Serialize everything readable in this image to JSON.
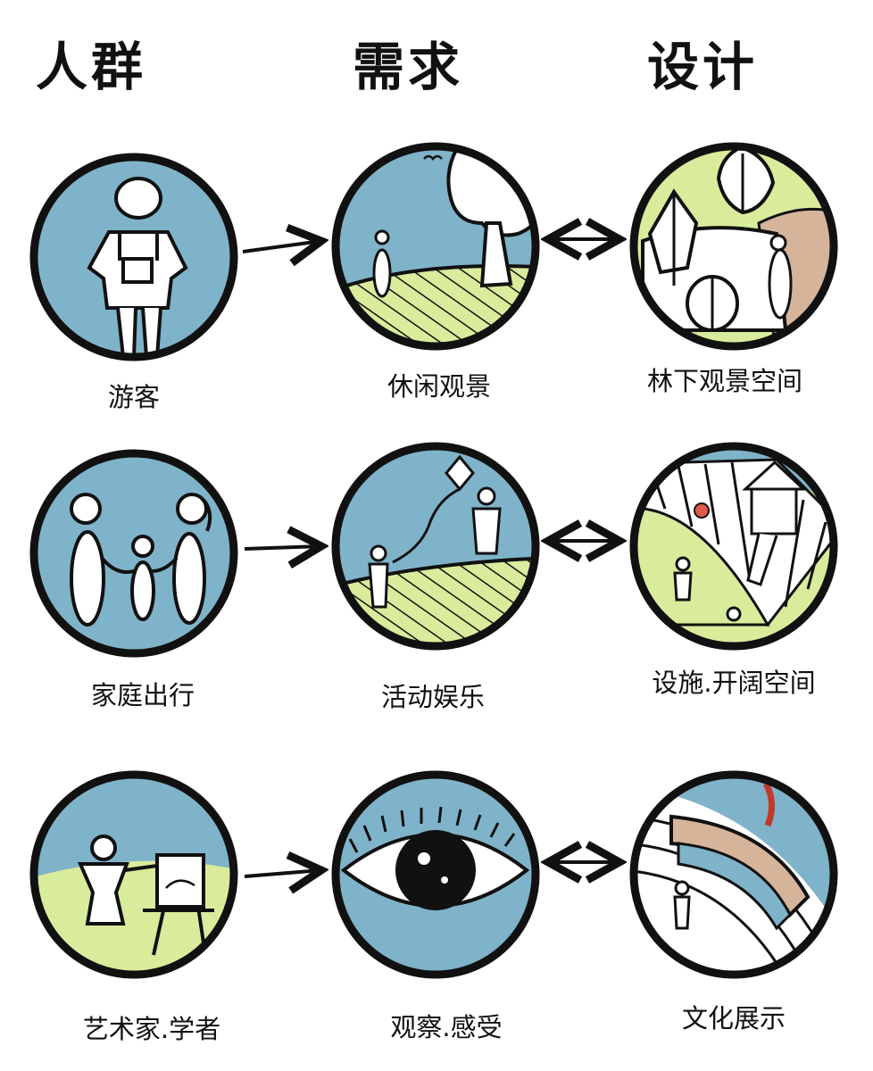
{
  "headers": {
    "group": "人群",
    "need": "需求",
    "design": "设计"
  },
  "rows": [
    {
      "group": "游客",
      "need": "休闲观景",
      "design": "林下观景空间"
    },
    {
      "group": "家庭出行",
      "need": "活动娱乐",
      "design": "设施.开阔空间"
    },
    {
      "group": "艺术家.学者",
      "need": "观察.感受",
      "design": "文化展示"
    }
  ],
  "colors": {
    "sky": "#7fb3c9",
    "grass": "#d8ec9c",
    "ground": "#d6b49a",
    "outline": "#111111"
  }
}
